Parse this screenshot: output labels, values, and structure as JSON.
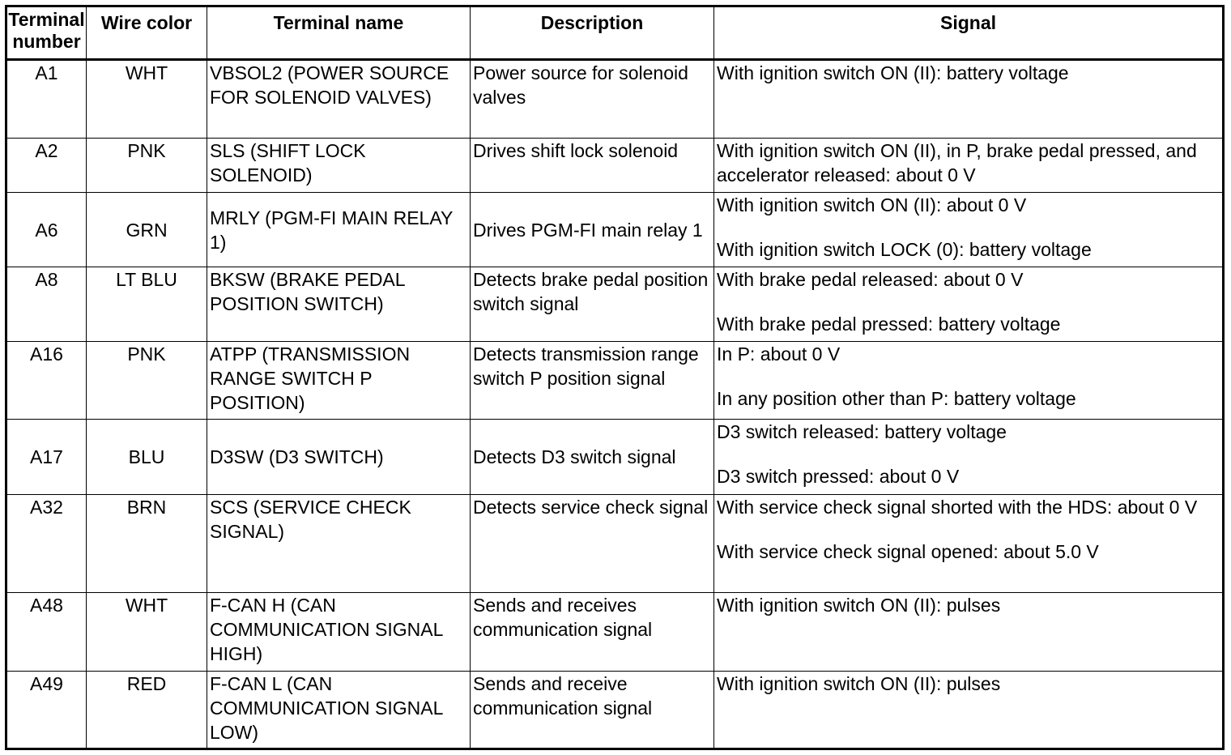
{
  "headers": {
    "terminal_number": "Terminal number",
    "wire_color": "Wire color",
    "terminal_name": "Terminal name",
    "description": "Description",
    "signal": "Signal"
  },
  "rows": [
    {
      "terminal": "A1",
      "wire": "WHT",
      "name": "VBSOL2 (POWER SOURCE FOR SOLENOID VALVES)",
      "description": "Power source for solenoid valves",
      "signal": [
        "With ignition switch ON (II): battery voltage"
      ]
    },
    {
      "terminal": "A2",
      "wire": "PNK",
      "name": "SLS (SHIFT LOCK SOLENOID)",
      "description": "Drives shift lock solenoid",
      "signal": [
        "With ignition switch ON (II), in P, brake pedal pressed, and accelerator released: about 0 V"
      ]
    },
    {
      "terminal": "A6",
      "wire": "GRN",
      "name": "MRLY (PGM-FI MAIN RELAY 1)",
      "description": "Drives PGM-FI main relay 1",
      "signal": [
        "With ignition switch ON (II): about 0 V",
        "With ignition switch LOCK (0): battery voltage"
      ]
    },
    {
      "terminal": "A8",
      "wire": "LT BLU",
      "name": "BKSW (BRAKE PEDAL POSITION SWITCH)",
      "description": "Detects brake pedal position switch signal",
      "signal": [
        "With brake pedal released: about 0 V",
        "With brake pedal pressed: battery voltage"
      ]
    },
    {
      "terminal": "A16",
      "wire": "PNK",
      "name": "ATPP (TRANSMISSION RANGE SWITCH P POSITION)",
      "description": "Detects transmission range switch P position signal",
      "signal": [
        "In P: about 0 V",
        "In any position other than P: battery voltage"
      ]
    },
    {
      "terminal": "A17",
      "wire": "BLU",
      "name": "D3SW (D3 SWITCH)",
      "description": "Detects D3 switch signal",
      "signal": [
        "D3 switch released: battery voltage",
        "D3 switch pressed: about 0 V"
      ]
    },
    {
      "terminal": "A32",
      "wire": "BRN",
      "name": "SCS (SERVICE CHECK SIGNAL)",
      "description": "Detects service check signal",
      "signal": [
        "With service check signal shorted with the HDS: about 0 V",
        "With service check signal opened: about 5.0 V"
      ]
    },
    {
      "terminal": "A48",
      "wire": "WHT",
      "name": "F-CAN H (CAN COMMUNICATION SIGNAL HIGH)",
      "description": "Sends and receives communication signal",
      "signal": [
        "With ignition switch ON (II): pulses"
      ]
    },
    {
      "terminal": "A49",
      "wire": "RED",
      "name": "F-CAN L (CAN COMMUNICATION SIGNAL LOW)",
      "description": "Sends and receive communication signal",
      "signal": [
        "With ignition switch ON (II): pulses"
      ]
    }
  ]
}
